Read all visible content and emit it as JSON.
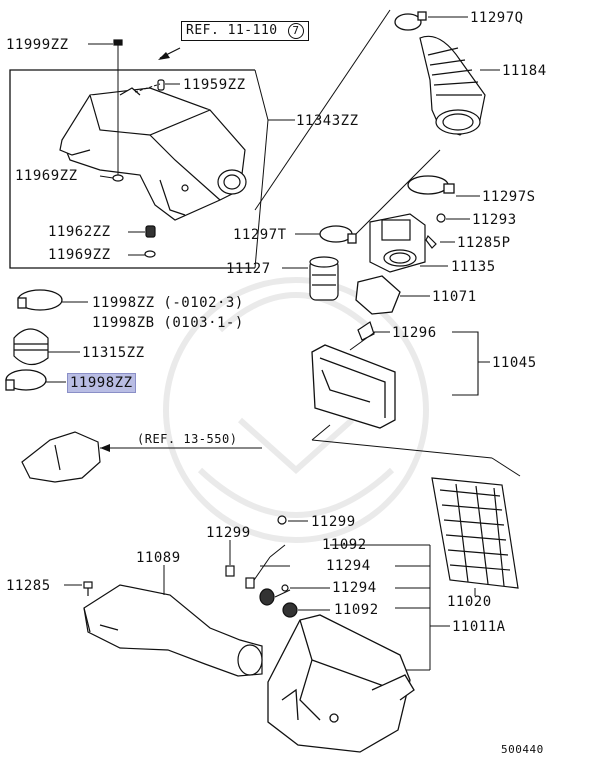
{
  "refs": {
    "ref_11_110": "REF. 11-110",
    "ref_11_110_circle": "7",
    "ref_13_550": "(REF. 13-550)"
  },
  "labels": {
    "p11297Q": "11297Q",
    "p11184": "11184",
    "p11999ZZ": "11999ZZ",
    "p11959ZZ": "11959ZZ",
    "p11343ZZ": "11343ZZ",
    "p11969ZZ_a": "11969ZZ",
    "p11297S": "11297S",
    "p11293": "11293",
    "p11962ZZ": "11962ZZ",
    "p11297T": "11297T",
    "p11285P": "11285P",
    "p11969ZZ_b": "11969ZZ",
    "p11127": "11127",
    "p11135": "11135",
    "p11071": "11071",
    "p11998ZZ_a": "11998ZZ (-0102·3)",
    "p11998ZB": "11998ZB (0103·1-)",
    "p11296": "11296",
    "p11315ZZ": "11315ZZ",
    "p11045": "11045",
    "p11998ZZ_highlight": "11998ZZ",
    "p11299_a": "11299",
    "p11299_b": "11299",
    "p11092_a": "11092",
    "p11089": "11089",
    "p11294_a": "11294",
    "p11285": "11285",
    "p11294_b": "11294",
    "p11020": "11020",
    "p11092_b": "11092",
    "p11011A": "11011A"
  },
  "diagram_id": "500440",
  "colors": {
    "highlight": "#b9bde4",
    "line": "#111111",
    "watermark": "#ececec"
  }
}
